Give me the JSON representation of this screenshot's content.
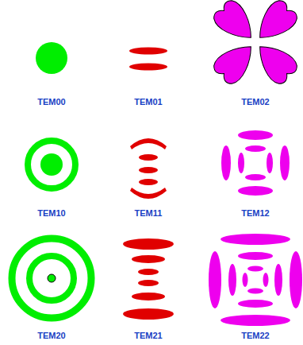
{
  "diagram": {
    "labels": [
      "TEM00",
      "TEM01",
      "TEM02",
      "TEM10",
      "TEM11",
      "TEM12",
      "TEM20",
      "TEM21",
      "TEM22"
    ]
  }
}
